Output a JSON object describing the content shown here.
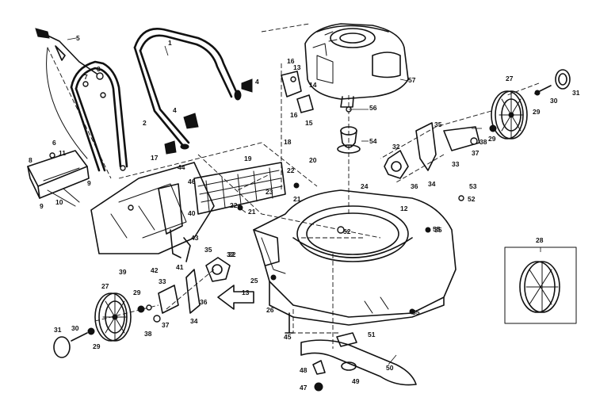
{
  "labels": {
    "l1": "1",
    "l2": "2",
    "l3": "3",
    "l4a": "4",
    "l4b": "4",
    "l5": "5",
    "l6": "6",
    "l7": "7",
    "l8": "8",
    "l9a": "9",
    "l9b": "9",
    "l10": "10",
    "l11": "11",
    "l12": "12",
    "l13a": "13",
    "l13b": "13",
    "l14": "14",
    "l15": "15",
    "l16a": "16",
    "l16b": "16",
    "l17": "17",
    "l18": "18",
    "l19": "19",
    "l20": "20",
    "l21a": "21",
    "l21b": "21",
    "l22a": "22",
    "l22b": "22",
    "l22c": "22",
    "l23": "23",
    "l24": "24",
    "l25": "25",
    "l26": "26",
    "l27a": "27",
    "l27b": "27",
    "l28": "28",
    "l29a": "29",
    "l29b": "29",
    "l29c": "29",
    "l29d": "29",
    "l30a": "30",
    "l30b": "30",
    "l31a": "31",
    "l31b": "31",
    "l32a": "32",
    "l32b": "32",
    "l33a": "33",
    "l33b": "33",
    "l34a": "34",
    "l34b": "34",
    "l35a": "35",
    "l35b": "35",
    "l35c": "35",
    "l36a": "36",
    "l36b": "36",
    "l37a": "37",
    "l37b": "37",
    "l38a": "38",
    "l38b": "38",
    "l39": "39",
    "l40": "40",
    "l41": "41",
    "l42": "42",
    "l43": "43",
    "l44": "44",
    "l45": "45",
    "l46": "46",
    "l47": "47",
    "l48": "48",
    "l49": "49",
    "l50": "50",
    "l51": "51",
    "l52a": "52",
    "l52b": "52",
    "l53": "53",
    "l54": "54",
    "l55a": "55",
    "l55b": "55",
    "l56": "56",
    "l57": "57"
  }
}
